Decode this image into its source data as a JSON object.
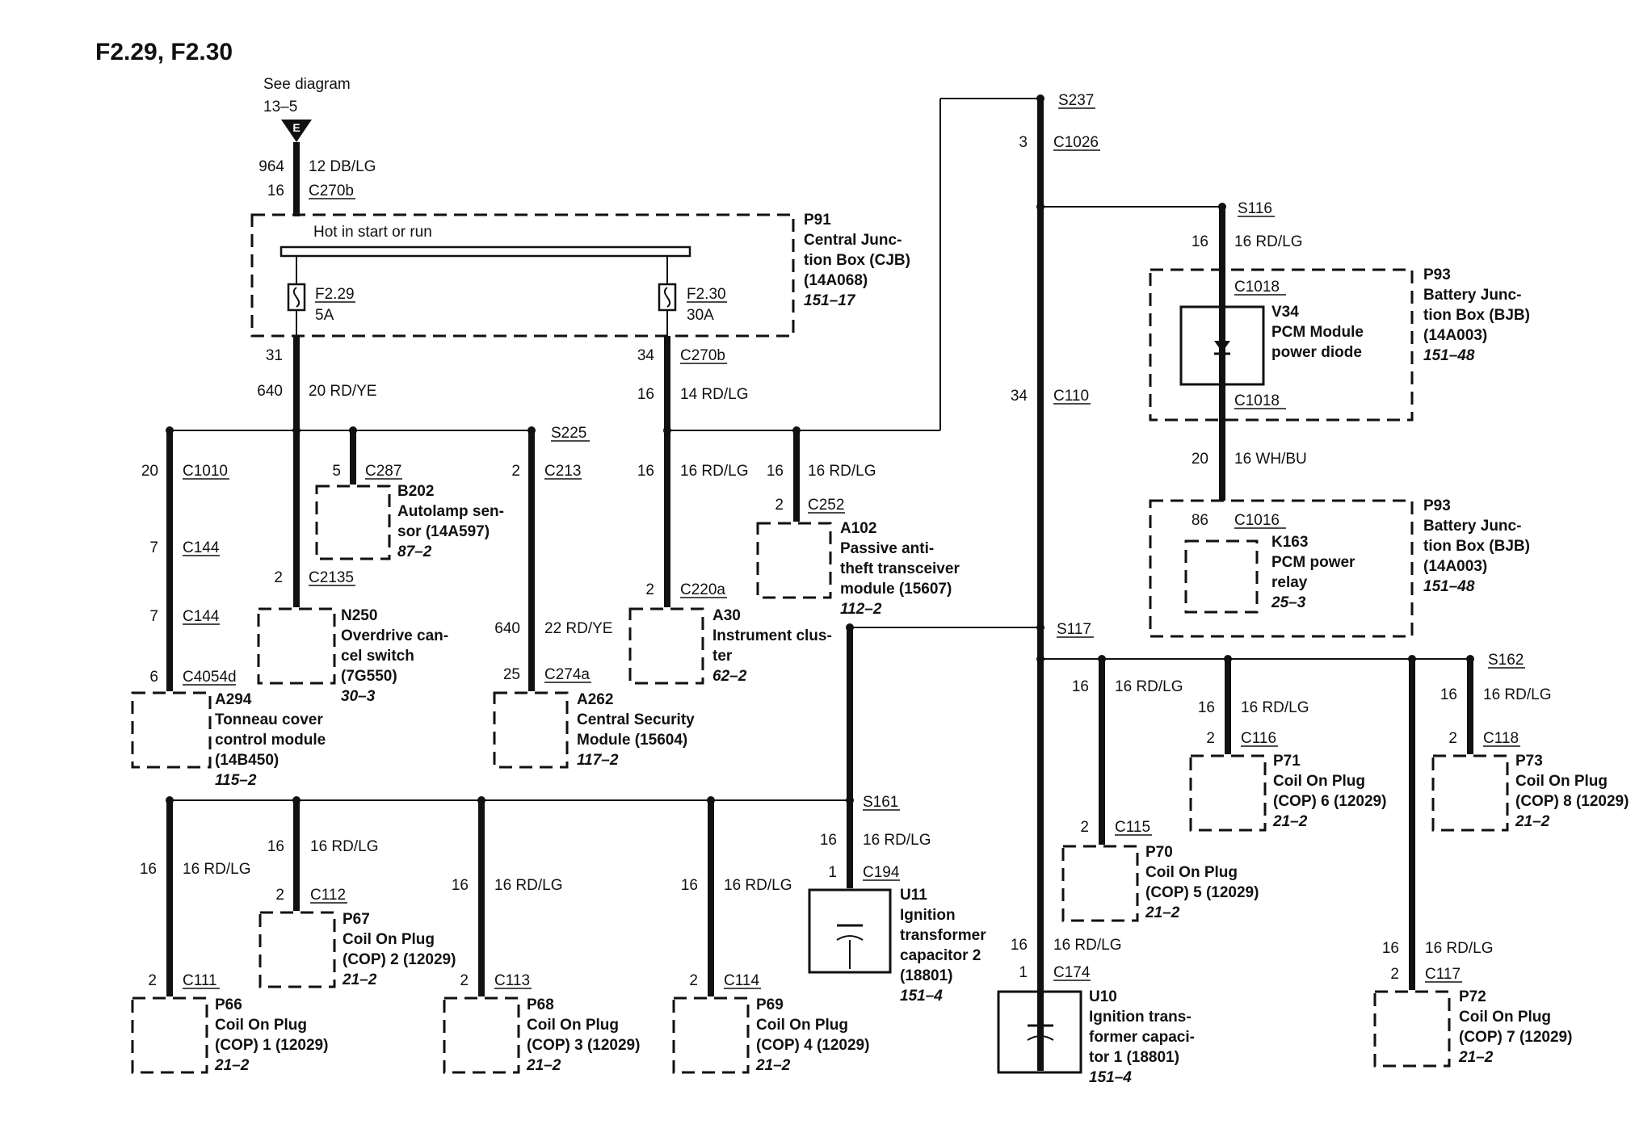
{
  "title": "F2.29, F2.30",
  "source_ref": {
    "see": "See diagram",
    "ref": "13–5",
    "letter": "E"
  },
  "feed": {
    "circuit": "964",
    "wire": "12 DB/LG",
    "pin": "16",
    "connector": "C270b"
  },
  "cjb": {
    "ref": "P91",
    "name": [
      "Central Junc-",
      "tion Box (CJB)",
      "(14A068)"
    ],
    "page": "151–17",
    "bus": "Hot in start or run",
    "fuse1": {
      "id": "F2.29",
      "rating": "5A"
    },
    "fuse2": {
      "id": "F2.30",
      "rating": "30A"
    }
  },
  "out1": {
    "pin": "31",
    "circuit": "640",
    "wire": "20 RD/YE"
  },
  "out2": {
    "pin": "34",
    "connector": "C270b",
    "circuit": "16",
    "wire": "14 RD/LG"
  },
  "splices": {
    "s225": "S225",
    "s237": "S237",
    "s116": "S116",
    "s117": "S117",
    "s161": "S161",
    "s162": "S162"
  },
  "a294": {
    "p1": "20",
    "c1": "C1010",
    "p2": "7",
    "c2": "C144",
    "p3": "7",
    "c3": "C144",
    "p4": "6",
    "c4": "C4054d",
    "ref": "A294",
    "name": [
      "Tonneau cover",
      "control module",
      "(14B450)"
    ],
    "page": "115–2"
  },
  "b202": {
    "pin": "5",
    "conn": "C287",
    "ref": "B202",
    "name": [
      "Autolamp sen-",
      "sor (14A597)"
    ],
    "page": "87–2"
  },
  "n250": {
    "pin": "2",
    "conn": "C2135",
    "ref": "N250",
    "name": [
      "Overdrive can-",
      "cel switch",
      "(7G550)"
    ],
    "page": "30–3"
  },
  "a262": {
    "p1": "2",
    "c1": "C213",
    "circuit": "640",
    "wire": "22 RD/YE",
    "p2": "25",
    "c2": "C274a",
    "ref": "A262",
    "name": [
      "Central Security",
      "Module (15604)"
    ],
    "page": "117–2"
  },
  "a30": {
    "circuit": "16",
    "wire": "16 RD/LG",
    "pin": "2",
    "conn": "C220a",
    "ref": "A30",
    "name": [
      "Instrument clus-",
      "ter"
    ],
    "page": "62–2"
  },
  "a102": {
    "circuit": "16",
    "wire": "16 RD/LG",
    "pin": "2",
    "conn": "C252",
    "ref": "A102",
    "name": [
      "Passive anti-",
      "theft transceiver",
      "module (15607)"
    ],
    "page": "112–2"
  },
  "c1026": {
    "pin": "3",
    "conn": "C1026"
  },
  "c110": {
    "pin": "34",
    "conn": "C110"
  },
  "v34": {
    "circuit": "16",
    "wire": "16 RD/LG",
    "c_top": "C1018",
    "c_bot": "C1018",
    "ref": "V34",
    "name": [
      "PCM Module",
      "power diode"
    ]
  },
  "bjb1": {
    "ref": "P93",
    "name": [
      "Battery Junc-",
      "tion Box (BJB)",
      "(14A003)"
    ],
    "page": "151–48"
  },
  "k163": {
    "circuit": "20",
    "wire": "16 WH/BU",
    "pin": "86",
    "conn": "C1016",
    "ref": "K163",
    "name": [
      "PCM power",
      "relay"
    ],
    "page": "25–3"
  },
  "bjb2": {
    "ref": "P93",
    "name": [
      "Battery Junc-",
      "tion Box (BJB)",
      "(14A003)"
    ],
    "page": "151–48"
  },
  "u11": {
    "circuit": "16",
    "wire": "16 RD/LG",
    "pin": "1",
    "conn": "C194",
    "ref": "U11",
    "name": [
      "Ignition",
      "transformer",
      "capacitor 2",
      "(18801)"
    ],
    "page": "151–4"
  },
  "u10": {
    "circuit": "16",
    "wire": "16 RD/LG",
    "pin": "1",
    "conn": "C174",
    "ref": "U10",
    "name": [
      "Ignition trans-",
      "former capaci-",
      "tor 1 (18801)"
    ],
    "page": "151–4"
  },
  "p66": {
    "circuit": "16",
    "wire": "16 RD/LG",
    "pin": "2",
    "conn": "C111",
    "ref": "P66",
    "name": [
      "Coil On Plug",
      "(COP) 1 (12029)"
    ],
    "page": "21–2"
  },
  "p67": {
    "circuit": "16",
    "wire": "16 RD/LG",
    "pin": "2",
    "conn": "C112",
    "ref": "P67",
    "name": [
      "Coil On Plug",
      "(COP) 2 (12029)"
    ],
    "page": "21–2"
  },
  "p68": {
    "circuit": "16",
    "wire": "16 RD/LG",
    "pin": "2",
    "conn": "C113",
    "ref": "P68",
    "name": [
      "Coil On Plug",
      "(COP) 3 (12029)"
    ],
    "page": "21–2"
  },
  "p69": {
    "circuit": "16",
    "wire": "16 RD/LG",
    "pin": "2",
    "conn": "C114",
    "ref": "P69",
    "name": [
      "Coil On Plug",
      "(COP) 4 (12029)"
    ],
    "page": "21–2"
  },
  "p70": {
    "circuit": "16",
    "wire": "16 RD/LG",
    "pin": "2",
    "conn": "C115",
    "ref": "P70",
    "name": [
      "Coil On Plug",
      "(COP) 5 (12029)"
    ],
    "page": "21–2"
  },
  "p71": {
    "circuit": "16",
    "wire": "16 RD/LG",
    "pin": "2",
    "conn": "C116",
    "ref": "P71",
    "name": [
      "Coil On Plug",
      "(COP) 6 (12029)"
    ],
    "page": "21–2"
  },
  "p72": {
    "circuit": "16",
    "wire": "16 RD/LG",
    "pin": "2",
    "conn": "C117",
    "ref": "P72",
    "name": [
      "Coil On Plug",
      "(COP) 7 (12029)"
    ],
    "page": "21–2"
  },
  "p73": {
    "circuit": "16",
    "wire": "16 RD/LG",
    "pin": "2",
    "conn": "C118",
    "ref": "P73",
    "name": [
      "Coil On Plug",
      "(COP) 8 (12029)"
    ],
    "page": "21–2"
  }
}
